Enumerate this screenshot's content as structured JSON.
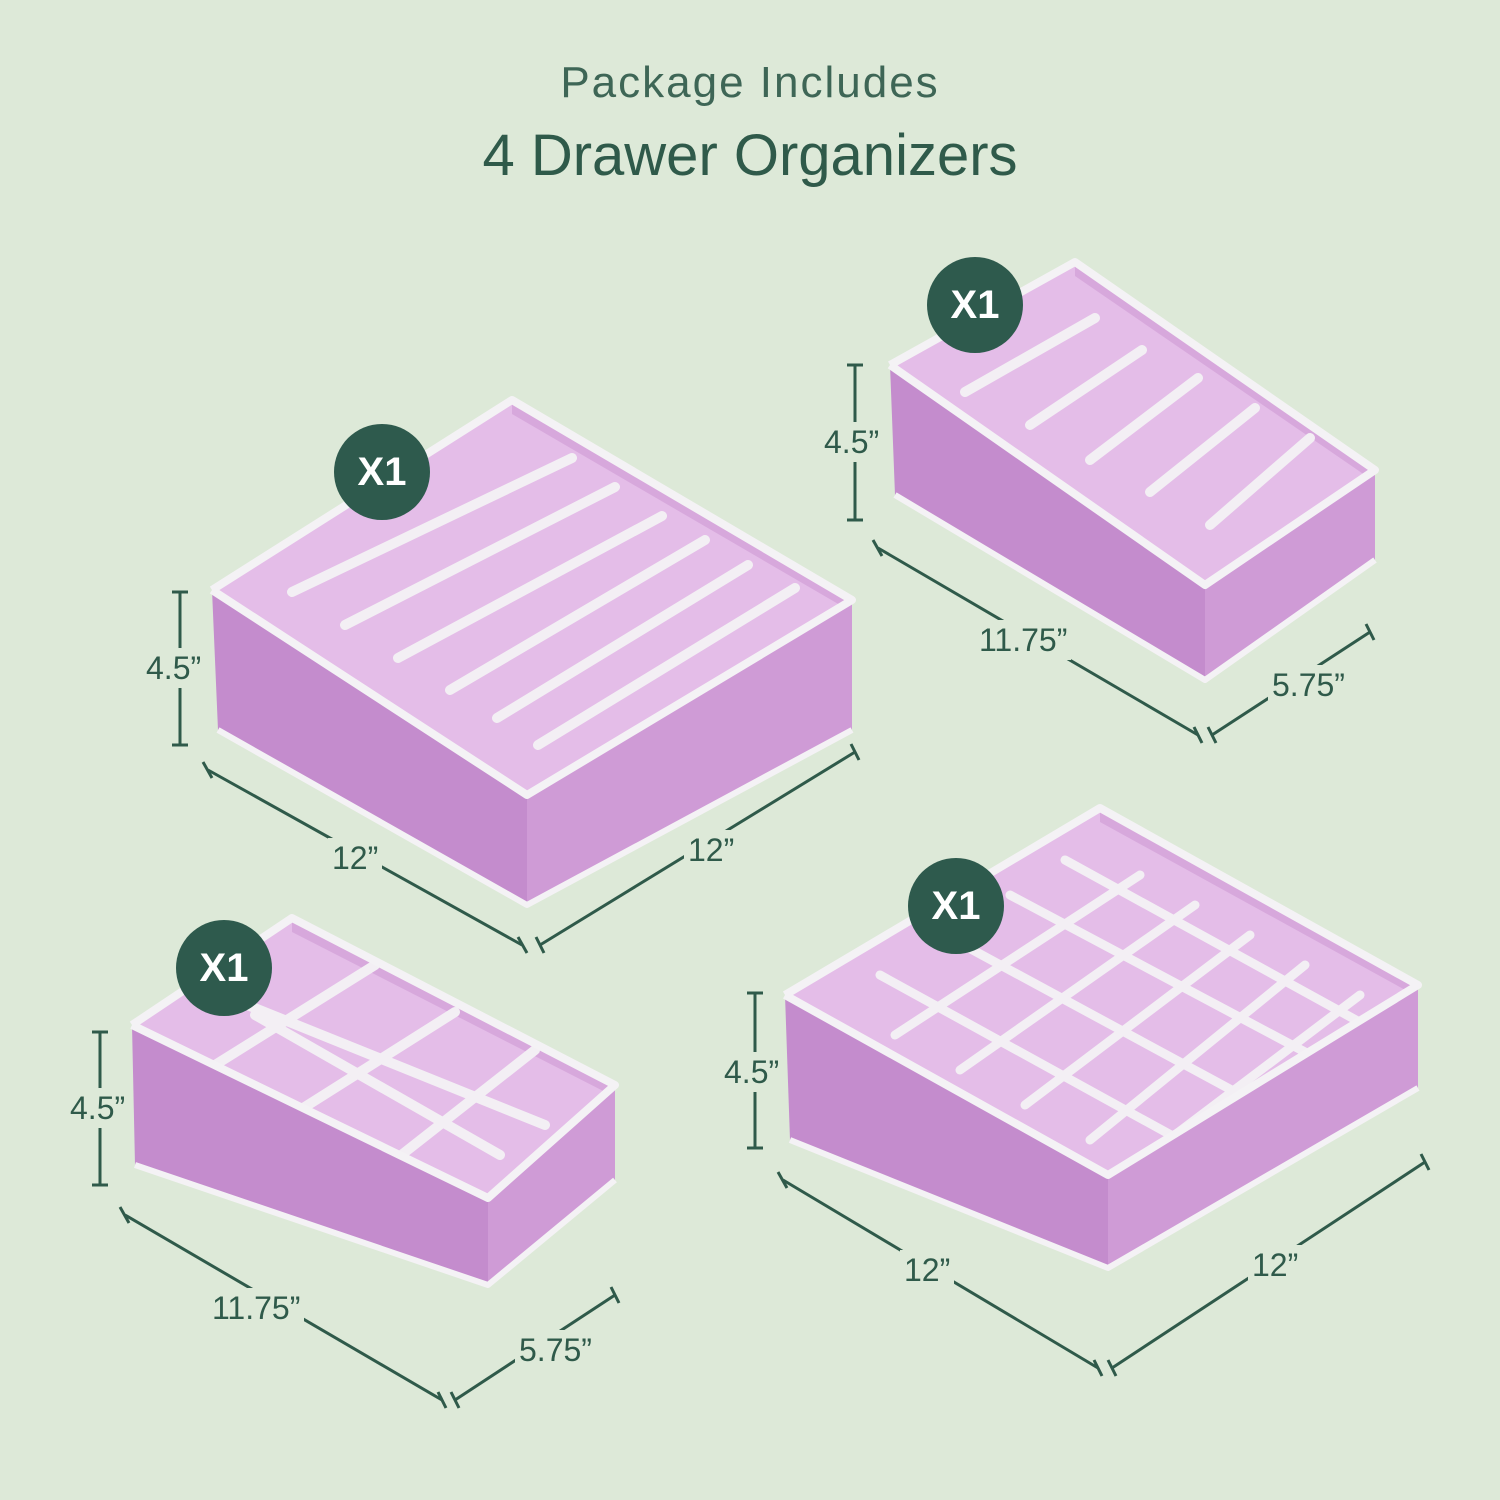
{
  "header": {
    "subtitle": "Package Includes",
    "title": "4 Drawer Organizers"
  },
  "colors": {
    "background": "#dde9d8",
    "accent": "#2e5a4d",
    "box_front": "#c98fd0",
    "box_inner": "#e2b8e6",
    "trim": "#f4f2f5"
  },
  "organizers": [
    {
      "id": "large-6-slot",
      "badge": "X1",
      "height_label": "4.5”",
      "length_label": "12”",
      "width_label": "12”"
    },
    {
      "id": "small-6-slot",
      "badge": "X1",
      "height_label": "4.5”",
      "length_label": "11.75”",
      "width_label": "5.75”"
    },
    {
      "id": "small-8-grid",
      "badge": "X1",
      "height_label": "4.5”",
      "length_label": "11.75”",
      "width_label": "5.75”"
    },
    {
      "id": "large-24-grid",
      "badge": "X1",
      "height_label": "4.5”",
      "length_label": "12”",
      "width_label": "12”"
    }
  ]
}
